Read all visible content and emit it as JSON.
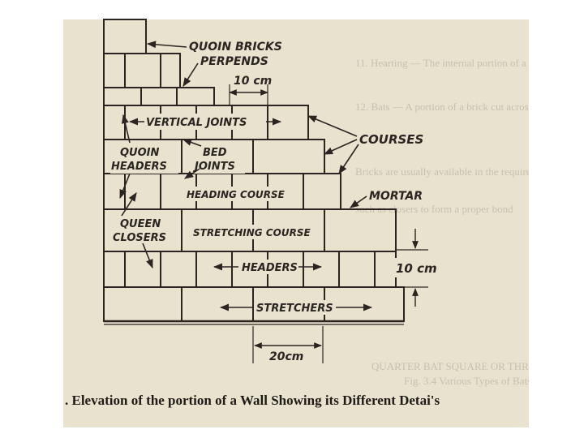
{
  "diagram": {
    "labels": {
      "quoin_bricks": "QUOIN BRICKS",
      "perpends": "PERPENDS",
      "dim_10cm_top": "10 cm",
      "vertical_joints": "VERTICAL JOINTS",
      "courses": "COURSES",
      "quoin": "QUOIN",
      "headers_left": "HEADERS",
      "bed": "BED",
      "joints": "JOINTS",
      "heading_course": "HEADING COURSE",
      "mortar": "MORTAR",
      "queen": "QUEEN",
      "closers": "CLOSERS",
      "stretching_course": "STRETCHING COURSE",
      "headers_mid": "HEADERS",
      "dim_10cm_right": "10 cm",
      "stretchers": "STRETCHERS",
      "dim_20cm": "20cm"
    },
    "caption": ". Elevation of the portion of a Wall Showing its Different Detai's"
  },
  "colors": {
    "paper": "#e9e2cf",
    "ink": "#2a2520",
    "page_background": "#ffffff"
  }
}
